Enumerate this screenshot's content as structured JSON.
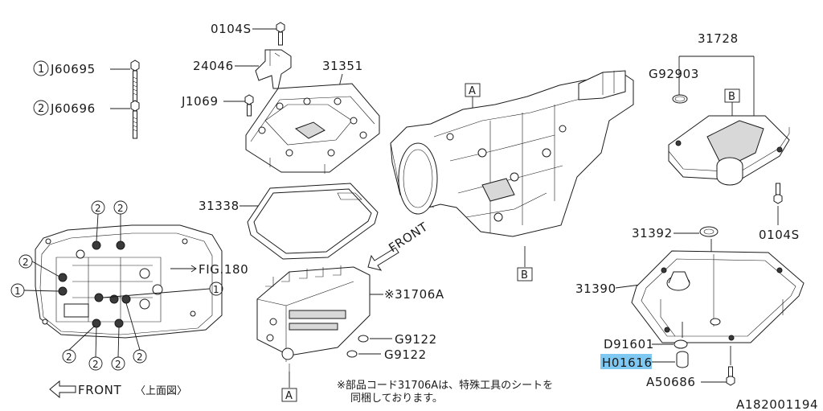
{
  "callouts": {
    "c0104s_top": "0104S",
    "c24046": "24046",
    "c31351": "31351",
    "cJ1069": "J1069",
    "j60695_num": "1",
    "cJ60695": "J60695",
    "j60696_num": "2",
    "cJ60696": "J60696",
    "c31338": "31338",
    "fig180": "FIG.180",
    "c31706A": "※31706A",
    "cG9122a": "G9122",
    "cG9122b": "G9122",
    "front_left": "FRONT",
    "top_view": "〈上面図〉",
    "c31728": "31728",
    "cG92903": "G92903",
    "c0104s_right": "0104S",
    "c31392": "31392",
    "c31390": "31390",
    "cD91601": "D91601",
    "cH01616": "H01616",
    "cA50686": "A50686",
    "front_center": "FRONT",
    "box_a_top": "A",
    "box_b_bottom": "B",
    "box_b_right": "B",
    "box_a_bottom": "A",
    "num1_left": "1",
    "num1_right": "1",
    "num2_a": "2",
    "num2_b": "2",
    "num2_c": "2",
    "num2_d": "2",
    "num2_e": "2",
    "num2_f": "2",
    "num2_g": "2"
  },
  "note": {
    "line1": "※部品コード31706Aは、特殊工具のシートを",
    "line2": "同梱しております。"
  },
  "figure_id": "A182001194",
  "colors": {
    "highlight": "#7fc8f2",
    "ink": "#1a1a1a"
  }
}
